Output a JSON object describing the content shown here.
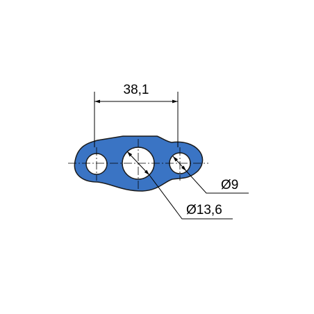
{
  "diagram": {
    "part_color": "#3a74c4",
    "outline_color": "#1a1a1a",
    "background": "#ffffff",
    "dimensions": {
      "center_distance": "38,1",
      "small_hole_diameter": "Ø9",
      "large_hole_diameter": "Ø13,6"
    }
  }
}
